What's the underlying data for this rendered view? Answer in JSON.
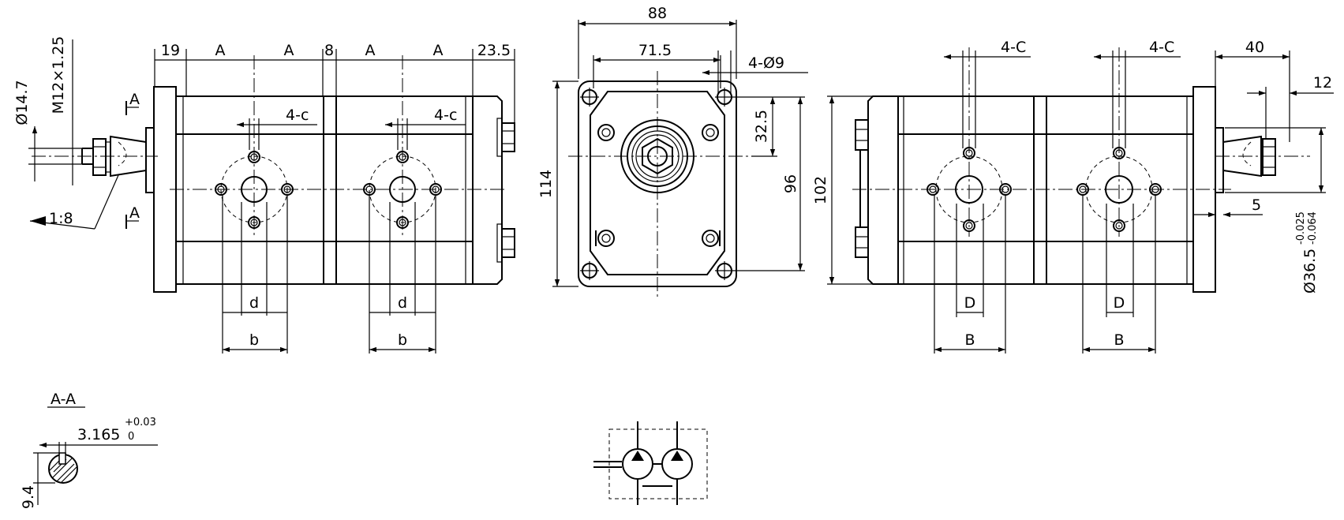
{
  "left_view": {
    "dims_top": [
      "19",
      "A",
      "A",
      "8",
      "A",
      "A",
      "23.5"
    ],
    "shaft_dia": "Ø14.7",
    "thread": "M12×1.25",
    "taper": "1:8",
    "section_mark": "A",
    "port_holes": "4-c",
    "port_small": "d",
    "port_large": "b"
  },
  "front_view": {
    "width_outer": "88",
    "bolt_span": "71.5",
    "bolt_holes": "4-Ø9",
    "height_outer": "114",
    "height_bolt": "96",
    "center_offset": "32.5"
  },
  "right_view": {
    "height": "102",
    "port_holes": "4-C",
    "port_small": "D",
    "port_large": "B",
    "dim_40": "40",
    "dim_12": "12",
    "dim_5": "5",
    "pilot_dia": "Ø36.5",
    "pilot_tol_upper": "-0.025",
    "pilot_tol_lower": "-0.064"
  },
  "section_view": {
    "title": "A-A",
    "key_width": "3.165",
    "key_tol_upper": "+0.03",
    "key_tol_lower": "0",
    "key_height": "9.4"
  }
}
